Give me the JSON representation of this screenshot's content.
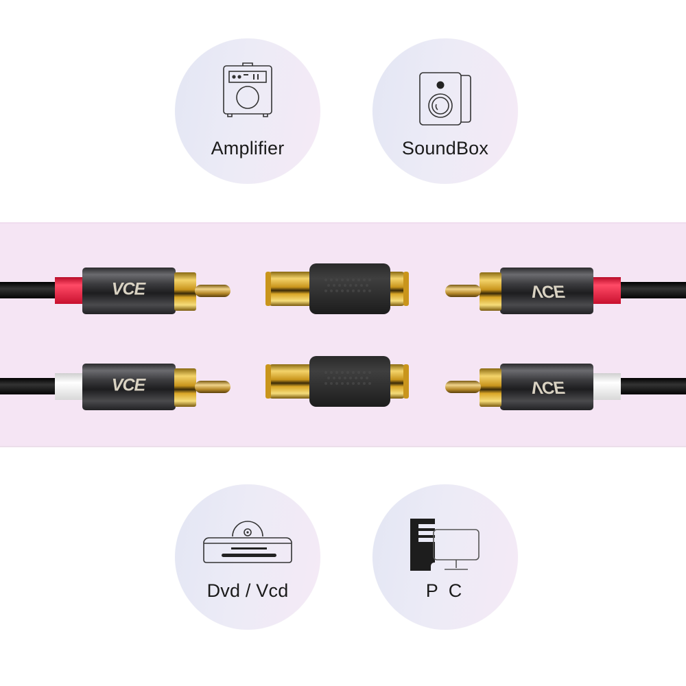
{
  "devices": {
    "top": [
      {
        "label": "Amplifier",
        "icon": "amplifier-icon"
      },
      {
        "label": "SoundBox",
        "icon": "speaker-icon"
      }
    ],
    "bottom": [
      {
        "label": "Dvd / Vcd",
        "icon": "dvd-player-icon"
      },
      {
        "label": "P C",
        "icon": "pc-icon"
      }
    ]
  },
  "product": {
    "brand": "VCE",
    "brand_mirrored": "VCE",
    "left_plugs": [
      {
        "band_color": "#e8173a",
        "channel": "red"
      },
      {
        "band_color": "#f2f2f2",
        "channel": "white"
      }
    ],
    "couplers": 2,
    "right_plugs": [
      {
        "band_color": "#e8173a",
        "channel": "red"
      },
      {
        "band_color": "#f2f2f2",
        "channel": "white"
      }
    ]
  },
  "colors": {
    "band_bg": "#f5e5f4",
    "gold": "#d4a21c",
    "plug_body": "#3b3b3d",
    "cable": "#111111"
  }
}
